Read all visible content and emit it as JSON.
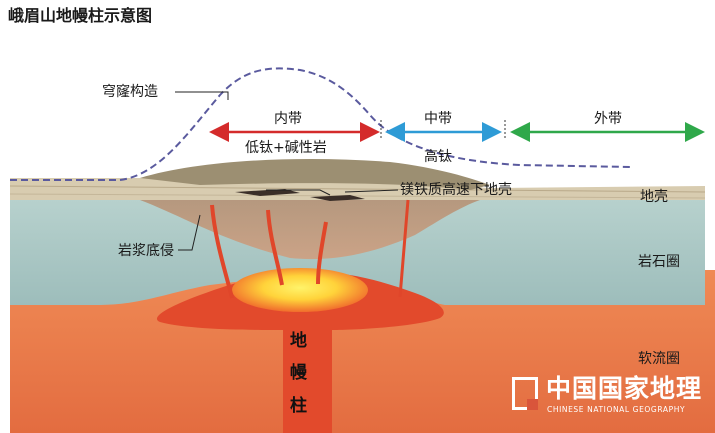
{
  "title": "峨眉山地幔柱示意图",
  "labels": {
    "dome": "穹窿构造",
    "inner_zone": "内带",
    "middle_zone": "中带",
    "outer_zone": "外带",
    "low_ti": "低钛+碱性岩",
    "high_ti": "高钛",
    "mafic_crust": "镁铁质高速下地壳",
    "crust": "地壳",
    "lithosphere": "岩石圈",
    "underplating": "岩浆底侵",
    "asthenosphere": "软流圈",
    "plume_1": "地",
    "plume_2": "幔",
    "plume_3": "柱"
  },
  "watermark": {
    "main": "中国国家地理",
    "sub": "CHINESE NATIONAL GEOGRAPHY"
  },
  "colors": {
    "inner_arrow": "#d42b2b",
    "middle_arrow": "#2e9bd6",
    "outer_arrow": "#2fa84a",
    "dome_curve": "#5a5a9e",
    "crust": "#d8ccb0",
    "lithosphere": "#a8c6c4",
    "asthenosphere": "#e8744a",
    "plume": "#e24a2c",
    "plume_core": "#fff060"
  }
}
